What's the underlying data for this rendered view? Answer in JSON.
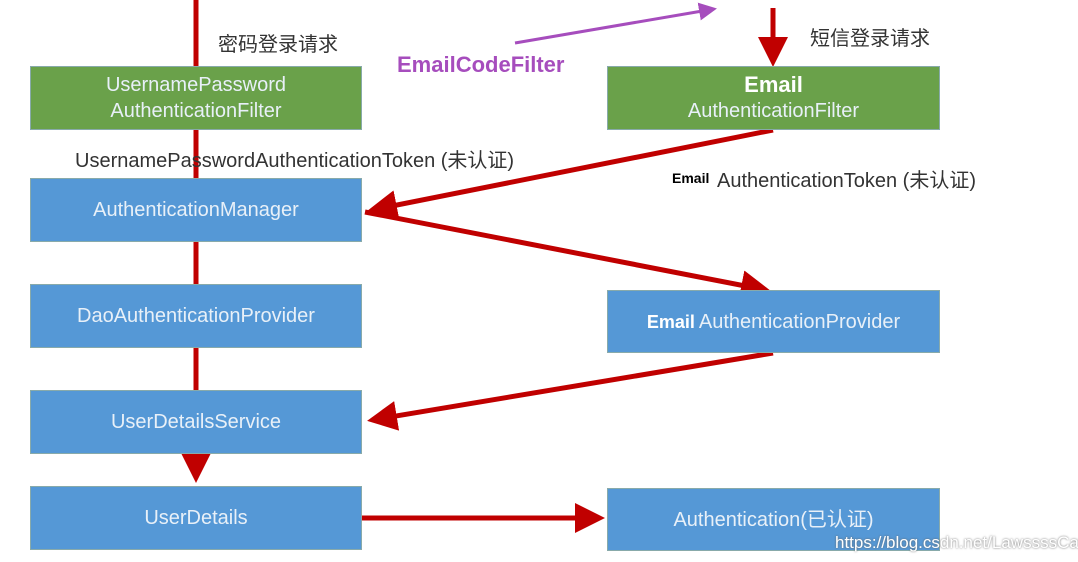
{
  "labels": {
    "password_request": "密码登录请求",
    "sms_request": "短信登录请求",
    "email_code_filter": "EmailCodeFilter",
    "up_token": "UsernamePasswordAuthenticationToken (未认证)",
    "email_token_prefix": "Email",
    "email_token": "AuthenticationToken (未认证)",
    "watermark": "https://blog.csdn.net/LawssssCat"
  },
  "boxes": {
    "up_filter": [
      "UsernamePassword",
      "AuthenticationFilter"
    ],
    "email_filter": [
      "Email",
      "AuthenticationFilter"
    ],
    "auth_manager": "AuthenticationManager",
    "dao_provider": "DaoAuthenticationProvider",
    "email_provider_prefix": "Email",
    "email_provider": "AuthenticationProvider",
    "user_details_service": "UserDetailsService",
    "user_details": "UserDetails",
    "authentication": "Authentication(已认证)"
  },
  "colors": {
    "filter": "#6aa14a",
    "component": "#5598d6",
    "flow_arrow": "#c00000",
    "annotation": "#a64dbd"
  }
}
